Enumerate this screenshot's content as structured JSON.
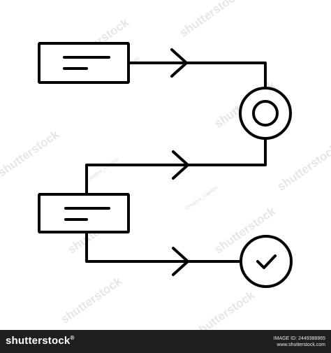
{
  "watermark": {
    "text": "shutterstock",
    "credit": "Creative_Caption"
  },
  "footer": {
    "brand": "shutterstock",
    "image_id": "IMAGE ID: 2449388865",
    "site": "www.shutterstock.com"
  },
  "colors": {
    "stroke": "#000000",
    "background": "#ffffff",
    "footer_bg": "#1f1f1f"
  },
  "icons": [
    "document-box-icon",
    "arrow-icon",
    "ring-node-icon",
    "check-circle-icon"
  ]
}
